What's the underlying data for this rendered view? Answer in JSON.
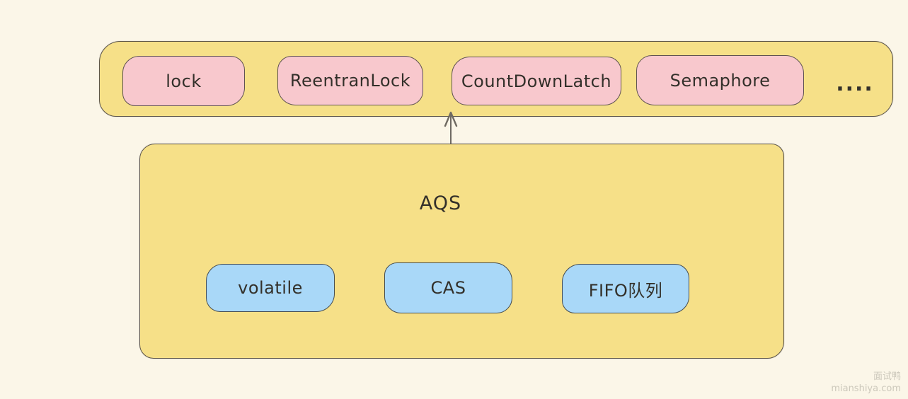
{
  "colors": {
    "canvas_bg": "#FBF6E8",
    "container_fill": "#F6E088",
    "container_border": "#5A5348",
    "pink_fill": "#F8C8CD",
    "pink_border": "#5F5352",
    "blue_fill": "#A9D8F8",
    "blue_border": "#454C50",
    "text": "#33302A",
    "arrow": "#6F6A62",
    "watermark": "#CCC8BB"
  },
  "top_group": {
    "items": [
      {
        "label": "lock"
      },
      {
        "label": "ReentranLock"
      },
      {
        "label": "CountDownLatch"
      },
      {
        "label": "Semaphore"
      }
    ],
    "ellipsis": "...."
  },
  "aqs_group": {
    "title": "AQS",
    "items": [
      {
        "label": "volatile"
      },
      {
        "label": "CAS"
      },
      {
        "label": "FIFO队列"
      }
    ]
  },
  "watermark": {
    "line1": "面试鸭",
    "line2": "mianshiya.com"
  }
}
